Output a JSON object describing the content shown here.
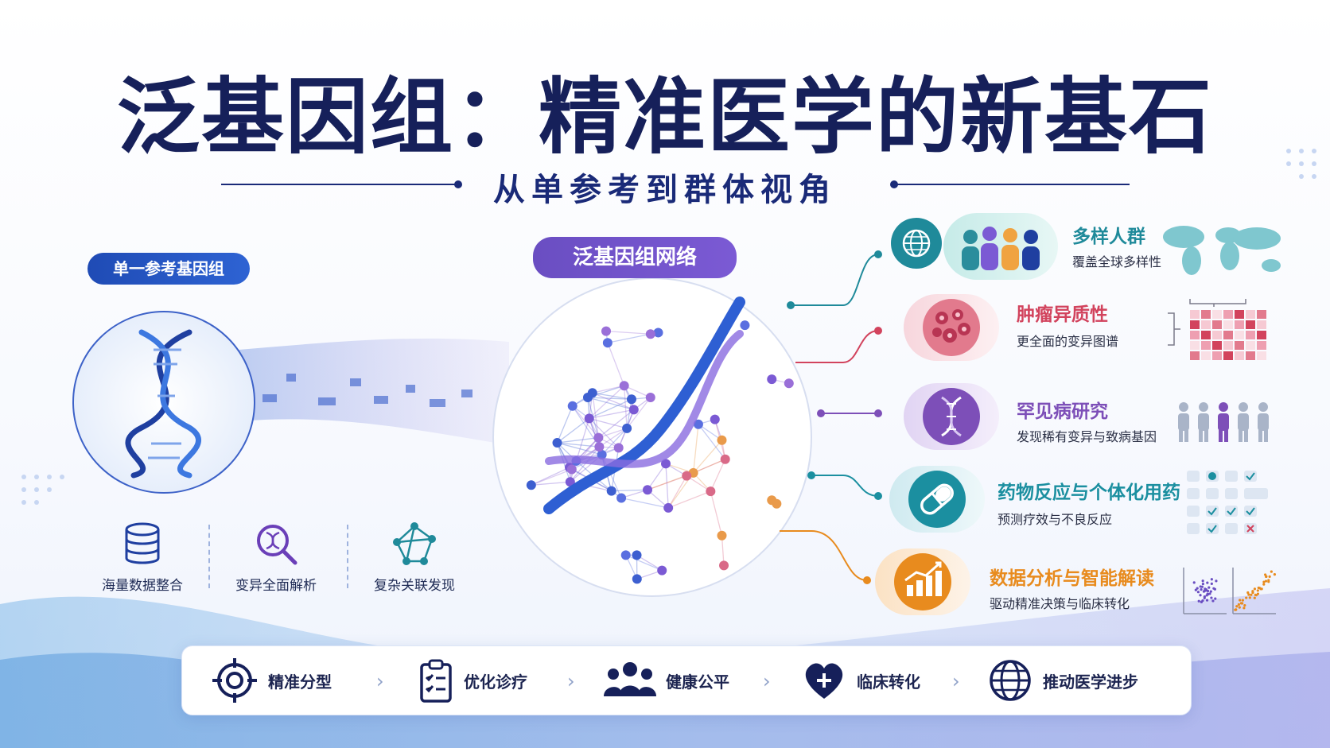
{
  "header": {
    "title": "泛基因组：精准医学的新基石",
    "subtitle": "从单参考到群体视角"
  },
  "left_panel": {
    "label": "单一参考基因组",
    "features": [
      {
        "icon": "database-icon",
        "label": "海量数据整合"
      },
      {
        "icon": "dna-search-icon",
        "label": "变异全面解析"
      },
      {
        "icon": "network-icon",
        "label": "复杂关联发现"
      }
    ]
  },
  "center": {
    "label": "泛基因组网络"
  },
  "applications": [
    {
      "icon": "globe-icon",
      "title": "多样人群",
      "desc": "覆盖全球多样性",
      "color": "#1f8a9a"
    },
    {
      "icon": "tumor-cell-icon",
      "title": "肿瘤异质性",
      "desc": "更全面的变异图谱",
      "color": "#d2435d"
    },
    {
      "icon": "dna-icon",
      "title": "罕见病研究",
      "desc": "发现稀有变异与致病基因",
      "color": "#7d4fb8"
    },
    {
      "icon": "pill-icon",
      "title": "药物反应与个体化用药",
      "desc": "预测疗效与不良反应",
      "color": "#1b8fa0"
    },
    {
      "icon": "growth-chart-icon",
      "title": "数据分析与智能解读",
      "desc": "驱动精准决策与临床转化",
      "color": "#e88b1e"
    }
  ],
  "bottom_bar": [
    {
      "icon": "target-icon",
      "label": "精准分型"
    },
    {
      "icon": "clipboard-icon",
      "label": "优化诊疗"
    },
    {
      "icon": "people-icon",
      "label": "健康公平"
    },
    {
      "icon": "heart-plus-icon",
      "label": "临床转化"
    },
    {
      "icon": "globe-icon",
      "label": "推动医学进步"
    }
  ],
  "colors": {
    "navy": "#16205a",
    "blue": "#2e63d3",
    "purple": "#7b5ad4",
    "teal": "#1f8a9a",
    "red": "#d2435d",
    "violet": "#7d4fb8",
    "orange": "#e88b1e"
  }
}
